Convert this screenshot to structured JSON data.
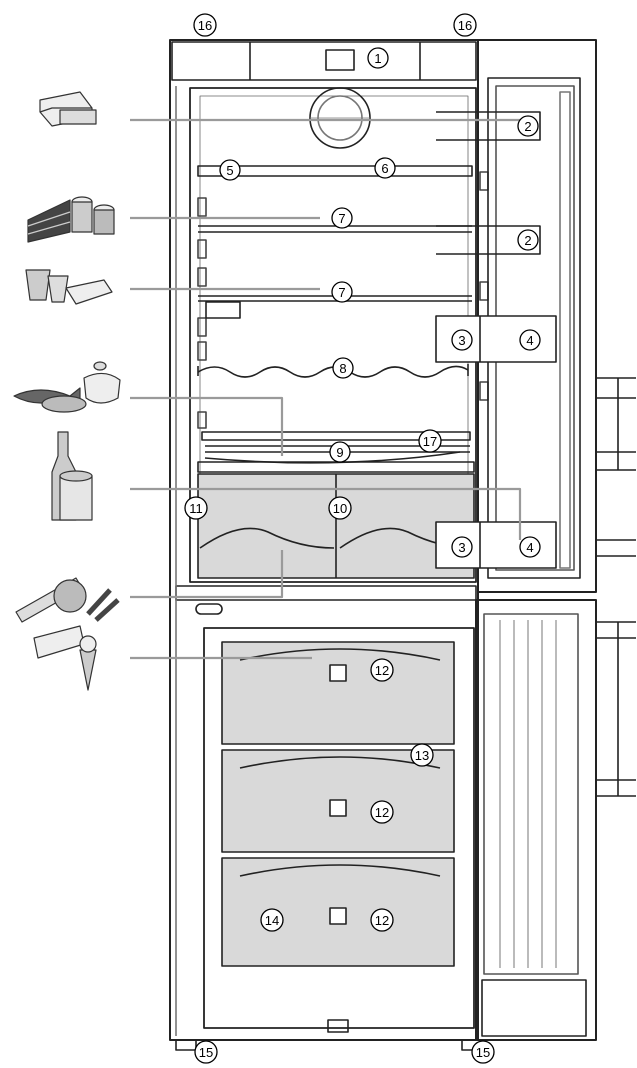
{
  "diagram": {
    "callouts": [
      {
        "label": "16"
      },
      {
        "label": "16"
      },
      {
        "label": "1"
      },
      {
        "label": "2"
      },
      {
        "label": "5"
      },
      {
        "label": "6"
      },
      {
        "label": "7"
      },
      {
        "label": "2"
      },
      {
        "label": "7"
      },
      {
        "label": "3"
      },
      {
        "label": "4"
      },
      {
        "label": "8"
      },
      {
        "label": "9"
      },
      {
        "label": "17"
      },
      {
        "label": "11"
      },
      {
        "label": "10"
      },
      {
        "label": "3"
      },
      {
        "label": "4"
      },
      {
        "label": "12"
      },
      {
        "label": "13"
      },
      {
        "label": "12"
      },
      {
        "label": "14"
      },
      {
        "label": "12"
      },
      {
        "label": "15"
      },
      {
        "label": "15"
      }
    ],
    "food_icons": [
      {
        "icon": "cheese-butter-icon"
      },
      {
        "icon": "cake-and-cans-icon"
      },
      {
        "icon": "yogurt-cups-icon"
      },
      {
        "icon": "fish-and-pot-icon"
      },
      {
        "icon": "bottle-and-can-icon"
      },
      {
        "icon": "vegetables-icon"
      },
      {
        "icon": "ice-cream-icon"
      }
    ]
  }
}
